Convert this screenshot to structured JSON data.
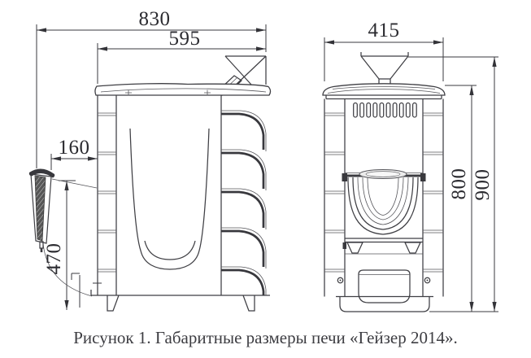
{
  "figure": {
    "caption": "Рисунок 1. Габаритные размеры печи «Гейзер 2014»."
  },
  "views": {
    "side": {
      "dims": {
        "overall_width": "830",
        "top_width": "595",
        "door_offset": "160",
        "door_height": "470"
      }
    },
    "front": {
      "dims": {
        "width": "415",
        "height_to_top": "800",
        "overall_height": "900"
      }
    }
  }
}
